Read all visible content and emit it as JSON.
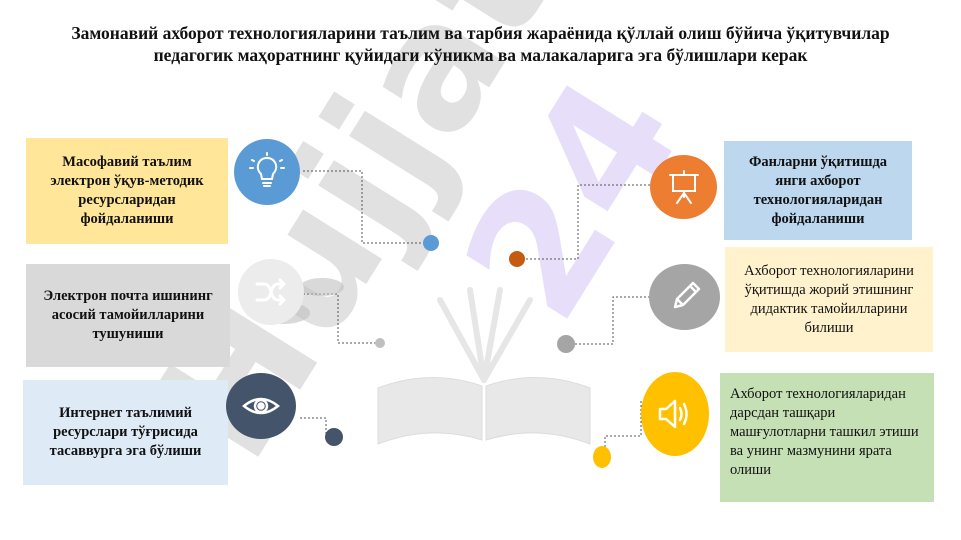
{
  "title": "Замонавий ахборот технологияларини таълим ва тарбия жараёнида қўллай олиш бўйича ўқитувчилар педагогик маҳоратнинг қуйидаги кўникма ва малакаларига эга бўлишлари керак",
  "watermark": "Hujjat 24",
  "left_items": [
    {
      "text": "Масофавий таълим электрон ўқув-методик ресурсларидан фойдаланиши",
      "icon": "lightbulb-icon",
      "color": "#ffe699",
      "icon_color": "#5b9bd5"
    },
    {
      "text": "Электрон почта ишининг асосий тамойилларини тушуниши",
      "icon": "shuffle-icon",
      "color": "#d9d9d9",
      "icon_color": "#e6e6e6"
    },
    {
      "text": "Интернет таълимий ресурслари тўғрисида тасаввурга эга бўлиши",
      "icon": "eye-icon",
      "color": "#deebf7",
      "icon_color": "#44546a"
    }
  ],
  "right_items": [
    {
      "text": "Фанларни ўқитишда янги ахборот технологияларидан фойдаланиши",
      "icon": "presentation-icon",
      "color": "#bdd7ee",
      "icon_color": "#ed7d31"
    },
    {
      "text": "Ахборот технологияларини ўқитишда жорий этишнинг дидактик тамойилларини билиши",
      "icon": "pencil-icon",
      "color": "#fff2cc",
      "icon_color": "#a5a5a5"
    },
    {
      "text": "Ахборот технологияларидан дарсдан ташқари машғулотларни ташкил этиши ва унинг мазмунини ярата олиши",
      "icon": "speaker-icon",
      "color": "#c5e0b4",
      "icon_color": "#ffc000"
    }
  ]
}
